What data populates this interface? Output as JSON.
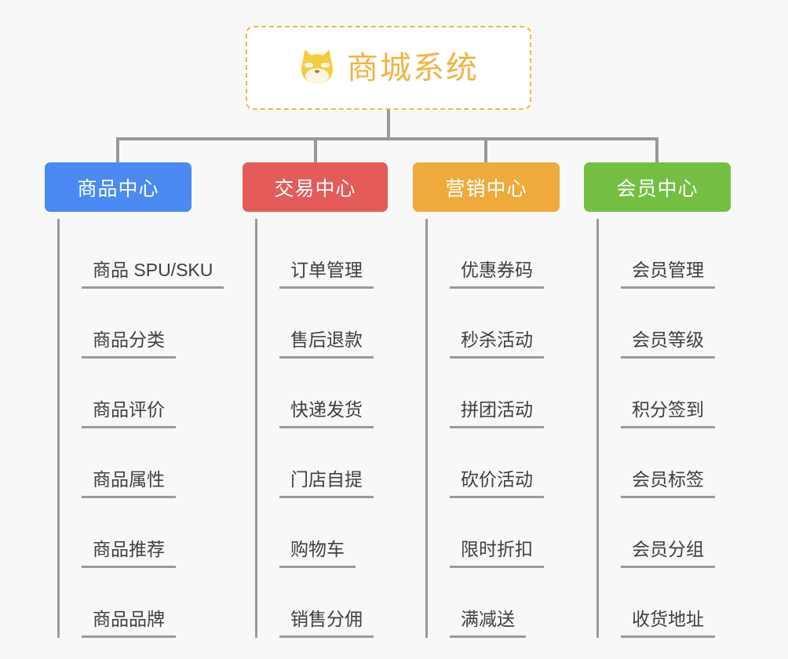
{
  "page": {
    "background_color": "#f8f8f8",
    "line_color": "#9a9a9a"
  },
  "root": {
    "title": "商城系统",
    "icon": "shiba-dog-face-emoji",
    "text_color": "#f0b544",
    "border_color": "#eeb84f",
    "background_color": "#ffffff"
  },
  "branches": [
    {
      "label": "商品中心",
      "color": "#4a8af2",
      "items": [
        "商品 SPU/SKU",
        "商品分类",
        "商品评价",
        "商品属性",
        "商品推荐",
        "商品品牌"
      ]
    },
    {
      "label": "交易中心",
      "color": "#e45b58",
      "items": [
        "订单管理",
        "售后退款",
        "快递发货",
        "门店自提",
        "购物车",
        "销售分佣"
      ]
    },
    {
      "label": "营销中心",
      "color": "#eeab3c",
      "items": [
        "优惠券码",
        "秒杀活动",
        "拼团活动",
        "砍价活动",
        "限时折扣",
        "满减送"
      ]
    },
    {
      "label": "会员中心",
      "color": "#74bf43",
      "items": [
        "会员管理",
        "会员等级",
        "积分签到",
        "会员标签",
        "会员分组",
        "收货地址"
      ]
    }
  ]
}
